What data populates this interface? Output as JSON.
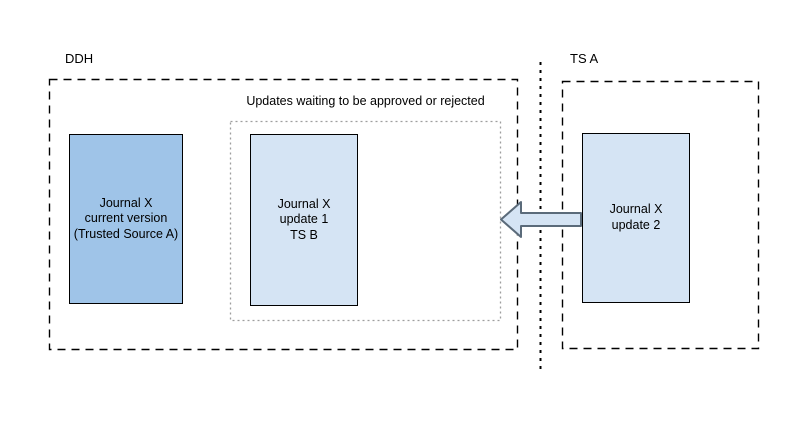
{
  "diagram": {
    "ddh_region": {
      "label": "DDH"
    },
    "tsa_region": {
      "label": "TS A"
    },
    "pending_area": {
      "caption": "Updates waiting to be approved or rejected"
    },
    "nodes": {
      "current_version": {
        "lines": [
          "Journal X",
          "current version",
          "(Trusted Source A)"
        ]
      },
      "update1": {
        "lines": [
          "Journal X",
          "update 1",
          "TS B"
        ]
      },
      "update2": {
        "lines": [
          "Journal X",
          "update 2"
        ]
      }
    },
    "arrow": {
      "direction": "left",
      "fill": "#D5E4F4",
      "stroke": "#5B6B7A"
    },
    "colors": {
      "background": "#FFFFFF",
      "current_version_fill": "#9FC4E8",
      "update_fill": "#D5E4F4",
      "box_border": "#000000",
      "region_border": "#000000",
      "separator": "#000000",
      "pending_border": "#9E9E9E",
      "text": "#000000"
    }
  }
}
